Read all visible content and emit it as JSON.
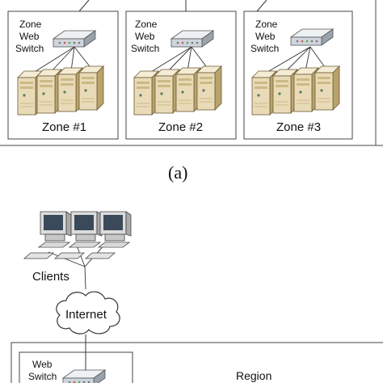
{
  "zones": [
    {
      "switch_label": [
        "Zone",
        "Web",
        "Switch"
      ],
      "name": "Zone #1"
    },
    {
      "switch_label": [
        "Zone",
        "Web",
        "Switch"
      ],
      "name": "Zone #2"
    },
    {
      "switch_label": [
        "Zone",
        "Web",
        "Switch"
      ],
      "name": "Zone #3"
    }
  ],
  "caption_a": "(a)",
  "clients_label": "Clients",
  "internet_label": "Internet",
  "web_switch_label": [
    "Web",
    "Switch"
  ],
  "region_label": "Region",
  "colors": {
    "line": "#333333",
    "box": "#444444",
    "server_light": "#efe3c6",
    "server_mid": "#d9c79a",
    "server_dark": "#b9a36c",
    "switch_body": "#cfd5dc",
    "monitor": "#dcdcdc",
    "screen": "#3a4a5a"
  }
}
